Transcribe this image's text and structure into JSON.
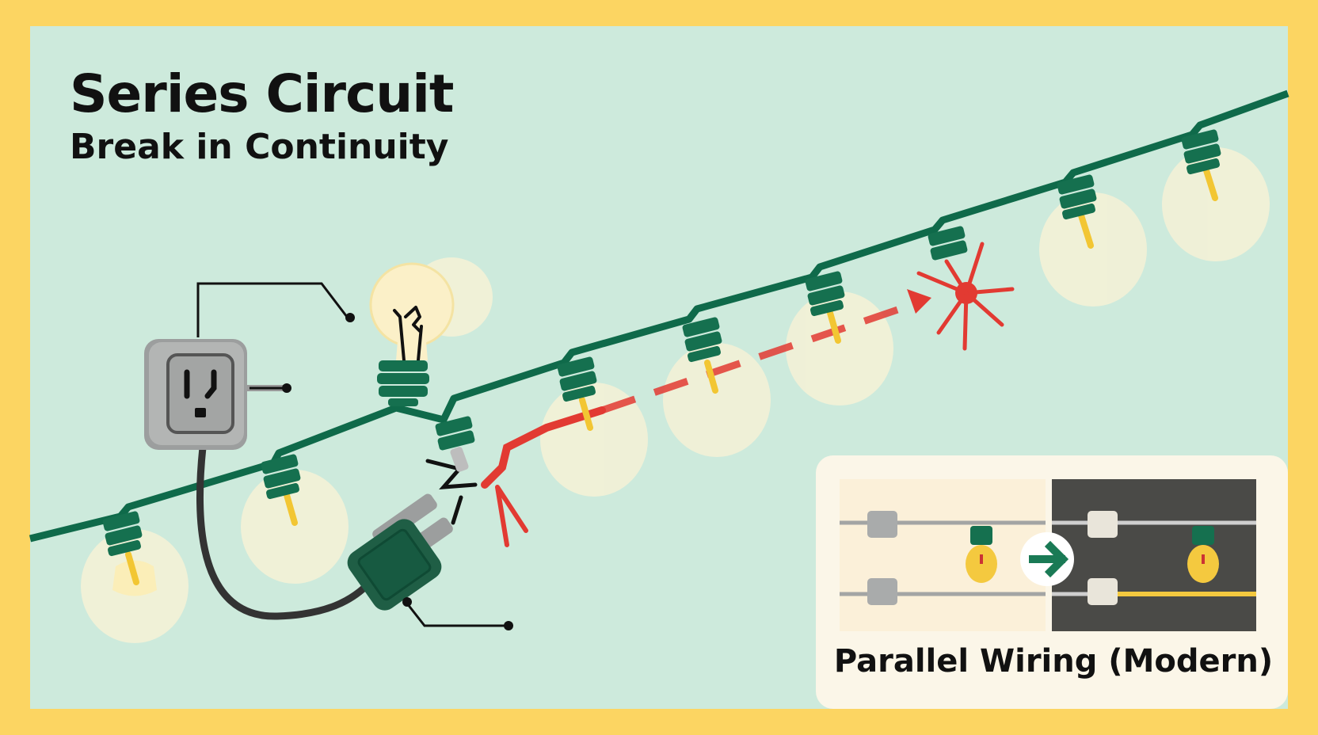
{
  "header": {
    "title": "Series Circuit",
    "subtitle": "Break in Continuity"
  },
  "inset": {
    "caption": "Parallel Wiring (Modern)"
  },
  "colors": {
    "frame": "#fcd562",
    "background": "#cdeadc",
    "wire": "#0f6a4a",
    "socket": "#15704f",
    "bulb_glow": "#fbf3d6",
    "filament": "#f2c633",
    "break_red": "#e23a32",
    "outlet": "#a7a9a9",
    "inset_light": "#fbf0d9",
    "inset_dark": "#4a4a47"
  },
  "icons": {
    "outlet": "wall-outlet-icon",
    "plug": "plug-icon",
    "bulb": "light-bulb-icon",
    "break": "break-burst-icon",
    "arrow": "arrow-right-icon"
  }
}
